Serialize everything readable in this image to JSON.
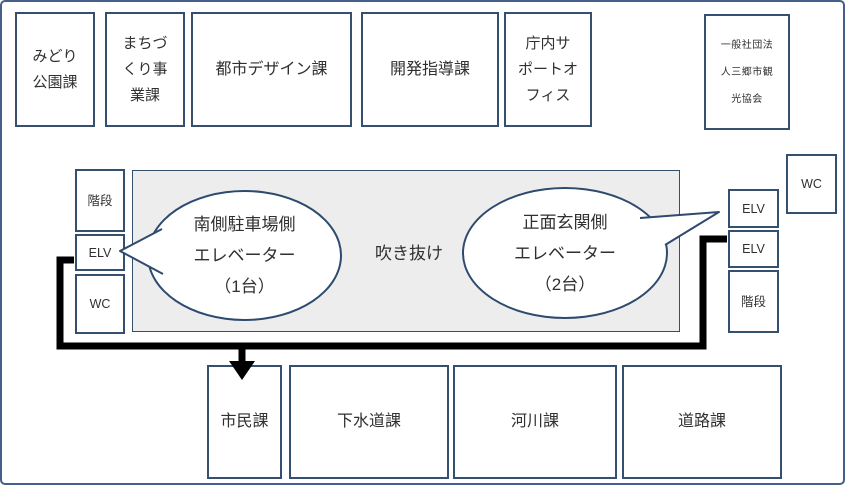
{
  "colors": {
    "box_border": "#35506e",
    "outer_border": "#44608a",
    "atrium_fill": "#ededed",
    "route": "#000000",
    "bubble_border": "#2e4a6e",
    "text": "#303030"
  },
  "top_row": [
    {
      "id": "midori-koen-ka",
      "label": "みどり\n公園課"
    },
    {
      "id": "machizukuri-jigyo-ka",
      "label": "まちづ\nくり事\n業課"
    },
    {
      "id": "toshi-design-ka",
      "label": "都市デザイン課"
    },
    {
      "id": "kaihatsu-shido-ka",
      "label": "開発指導課"
    },
    {
      "id": "chonai-support-office",
      "label": "庁内サ\nポートオ\nフィス"
    },
    {
      "id": "kanko-kyokai",
      "label": "一般社団法\n人三郷市観\n光協会"
    }
  ],
  "left_core": {
    "stairs": "階段",
    "elevator": "ELV",
    "wc": "WC"
  },
  "right_core": {
    "elevator1": "ELV",
    "elevator2": "ELV",
    "stairs": "階段",
    "wc": "WC"
  },
  "atrium": {
    "label": "吹き抜け"
  },
  "bubbles": {
    "south": {
      "label": "南側駐車場側\nエレベーター\n（1台）"
    },
    "entrance": {
      "label": "正面玄関側\nエレベーター\n（2台）"
    }
  },
  "bottom_row": [
    {
      "id": "shimin-ka",
      "label": "市民課"
    },
    {
      "id": "gesuido-ka",
      "label": "下水道課"
    },
    {
      "id": "kasen-ka",
      "label": "河川課"
    },
    {
      "id": "doro-ka",
      "label": "道路課"
    }
  ]
}
